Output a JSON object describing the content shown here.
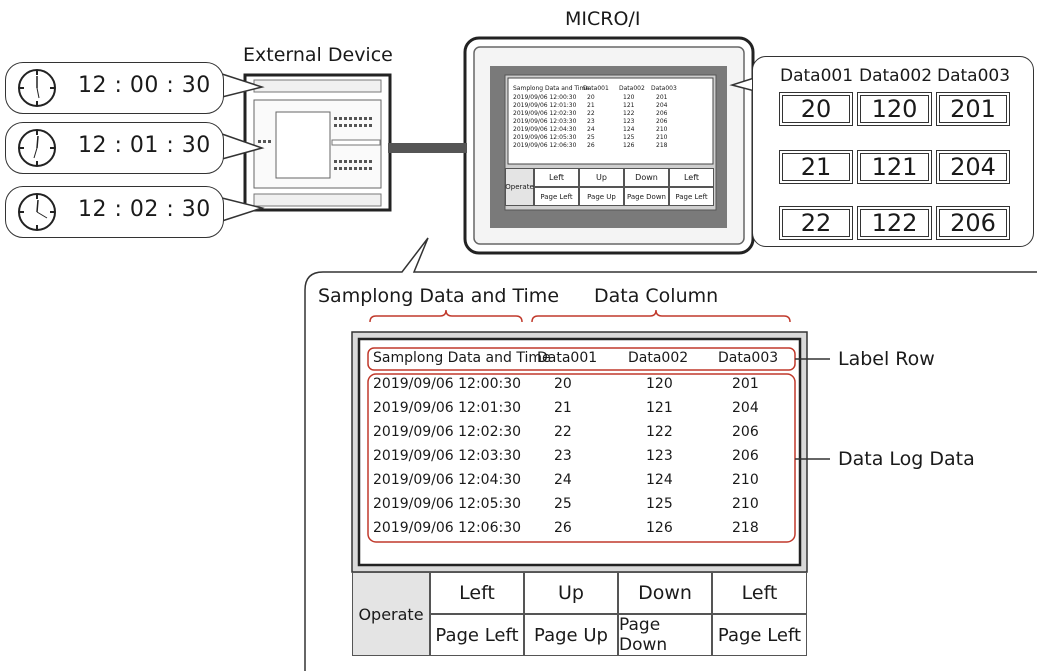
{
  "external_device": {
    "title": "External Device"
  },
  "micro_i": {
    "title": "MICRO/I"
  },
  "clocks": [
    {
      "time": "12 : 00 : 30"
    },
    {
      "time": "12 : 01 : 30"
    },
    {
      "time": "12 : 02 : 30"
    }
  ],
  "data_bubble": {
    "headers": [
      "Data001",
      "Data002",
      "Data003"
    ],
    "rows": [
      [
        "20",
        "120",
        "201"
      ],
      [
        "21",
        "121",
        "204"
      ],
      [
        "22",
        "122",
        "206"
      ]
    ]
  },
  "zoom": {
    "caption_time": "Samplong Data and Time",
    "caption_data": "Data Column",
    "label_row_callout": "Label Row",
    "data_log_callout": "Data Log Data",
    "label_row": [
      "Samplong Data and Time",
      "Data001",
      "Data002",
      "Data003"
    ],
    "rows": [
      [
        "2019/09/06 12:00:30",
        "20",
        "120",
        "201"
      ],
      [
        "2019/09/06 12:01:30",
        "21",
        "121",
        "204"
      ],
      [
        "2019/09/06 12:02:30",
        "22",
        "122",
        "206"
      ],
      [
        "2019/09/06 12:03:30",
        "23",
        "123",
        "206"
      ],
      [
        "2019/09/06 12:04:30",
        "24",
        "124",
        "210"
      ],
      [
        "2019/09/06 12:05:30",
        "25",
        "125",
        "210"
      ],
      [
        "2019/09/06 12:06:30",
        "26",
        "126",
        "218"
      ]
    ],
    "buttons": {
      "operate": "Operate",
      "top": [
        "Left",
        "Up",
        "Down",
        "Left"
      ],
      "bottom": [
        "Page Left",
        "Page Up",
        "Page Down",
        "Page Left"
      ]
    }
  },
  "mini_screen": {
    "label_row": [
      "Samplong Data and Time",
      "Data001",
      "Data002",
      "Data003"
    ],
    "rows": [
      [
        "2019/09/06 12:00:30",
        "20",
        "120",
        "201"
      ],
      [
        "2019/09/06 12:01:30",
        "21",
        "121",
        "204"
      ],
      [
        "2019/09/06 12:02:30",
        "22",
        "122",
        "206"
      ],
      [
        "2019/09/06 12:03:30",
        "23",
        "123",
        "206"
      ],
      [
        "2019/09/06 12:04:30",
        "24",
        "124",
        "210"
      ],
      [
        "2019/09/06 12:05:30",
        "25",
        "125",
        "210"
      ],
      [
        "2019/09/06 12:06:30",
        "26",
        "126",
        "218"
      ]
    ],
    "buttons": {
      "operate": "Operate",
      "top": [
        "Left",
        "Up",
        "Down",
        "Left"
      ],
      "bottom": [
        "Page Left",
        "Page Up",
        "Page Down",
        "Page Left"
      ]
    }
  }
}
